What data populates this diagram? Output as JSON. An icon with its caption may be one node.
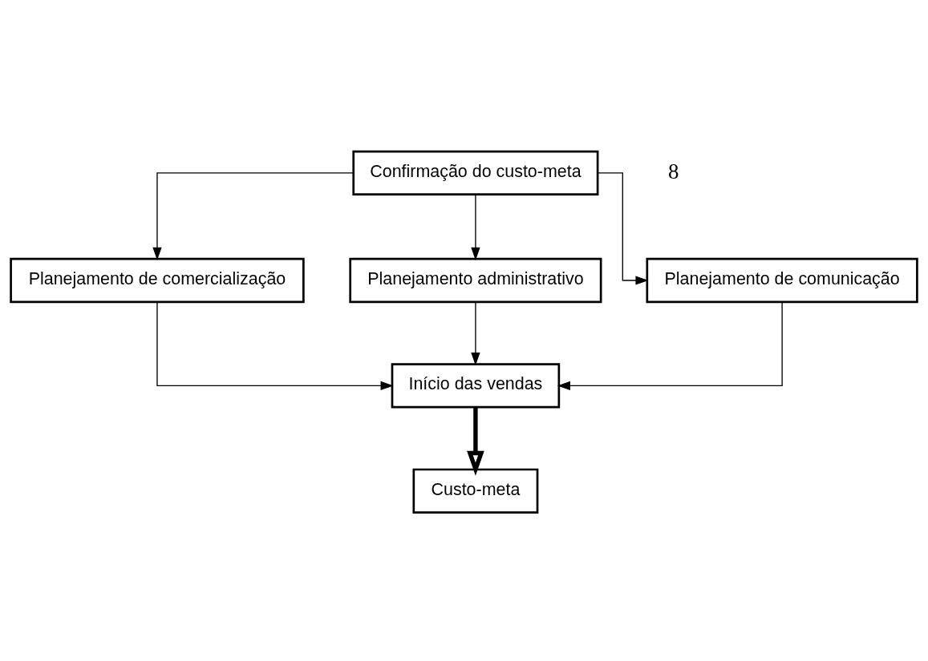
{
  "diagram": {
    "nodes": [
      {
        "text": [
          "Confirmação do custo-meta"
        ]
      },
      {
        "text": [
          "Planejamento de comercialização"
        ]
      },
      {
        "text": [
          "Planejamento administrativo"
        ]
      },
      {
        "text": [
          "Planejamento de comunicação"
        ]
      },
      {
        "text": [
          "Início das vendas"
        ]
      },
      {
        "text": [
          "Custo-meta"
        ]
      }
    ],
    "edges": [
      {
        "from": 0,
        "to": 1,
        "arrow": "to"
      },
      {
        "from": 0,
        "to": 2,
        "arrow": "to"
      },
      {
        "from": 0,
        "to": 3,
        "arrow": "to"
      },
      {
        "from": 1,
        "to": 4,
        "arrow": "to"
      },
      {
        "from": 2,
        "to": 4,
        "arrow": "to"
      },
      {
        "from": 3,
        "to": 4,
        "arrow": "to"
      },
      {
        "from": 4,
        "to": 5,
        "arrow": "to",
        "style": "thick"
      }
    ],
    "labels": [
      "8"
    ]
  }
}
